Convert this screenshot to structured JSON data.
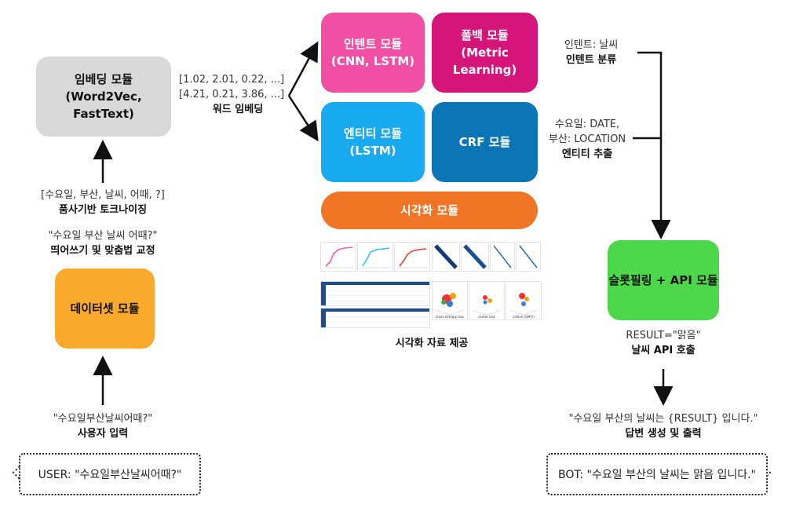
{
  "modules": {
    "embedding": {
      "line1": "임베딩 모듈",
      "line2": "(Word2Vec, FastText)",
      "color": "#d9d9d9"
    },
    "intent": {
      "line1": "인텐트 모듈",
      "line2": "(CNN, LSTM)",
      "color": "#f14fa3"
    },
    "fallback": {
      "line1": "폴백 모듈",
      "line2": "(Metric Learning)",
      "color": "#d6157a"
    },
    "entity": {
      "line1": "엔티티 모듈",
      "line2": "(LSTM)",
      "color": "#18a9ef"
    },
    "crf": {
      "line1": "CRF 모듈",
      "color": "#0b75b6"
    },
    "visualization": {
      "line1": "시각화 모듈",
      "color": "#f07527"
    },
    "dataset": {
      "line1": "데이터셋 모듈",
      "color": "#f9aa2c"
    },
    "slot": {
      "line1": "슬롯필링 + API 모듈",
      "color": "#4cd84a"
    }
  },
  "labels": {
    "embedding_vectors": {
      "l1": "[1.02, 2.01, 0.22, ...]",
      "l2": "[4.21, 0.21, 3.86, ...]",
      "caption": "워드 임베딩"
    },
    "tokenize": {
      "l1": "[수요일, 부산, 날씨, 어때, ?]",
      "caption": "품사기반 토크나이징"
    },
    "spacing": {
      "l1": "\"수요일 부산 날씨 어때?\"",
      "caption": "띄어쓰기 및 맞춤법 교정"
    },
    "user_input": {
      "l1": "\"수요일부산날씨어때?\"",
      "caption": "사용자 입력"
    },
    "intent_result": {
      "l1": "인텐트: 날씨",
      "caption": "인텐트 분류"
    },
    "entity_result": {
      "l1": "수요일: DATE,",
      "l2": "부산: LOCATION",
      "caption": "엔티티 추출"
    },
    "api_call": {
      "l1": "RESULT=\"맑음\"",
      "caption": "날씨 API 호출"
    },
    "answer": {
      "l1": "\"수요일 부산의 날씨는 {RESULT} 입니다.\"",
      "caption": "답변 생성 및 출력"
    },
    "viz_caption": "시각화 자료 제공"
  },
  "bubbles": {
    "user": "USER: \"수요일부산날씨어때?\"",
    "bot": "BOT: \"수요일 부산의 날씨는 맑음 입니다.\""
  },
  "viz_thumbnails": {
    "tiny_captions": [
      "cross entropy loss",
      "center loss",
      "coface (GMCI)"
    ]
  }
}
